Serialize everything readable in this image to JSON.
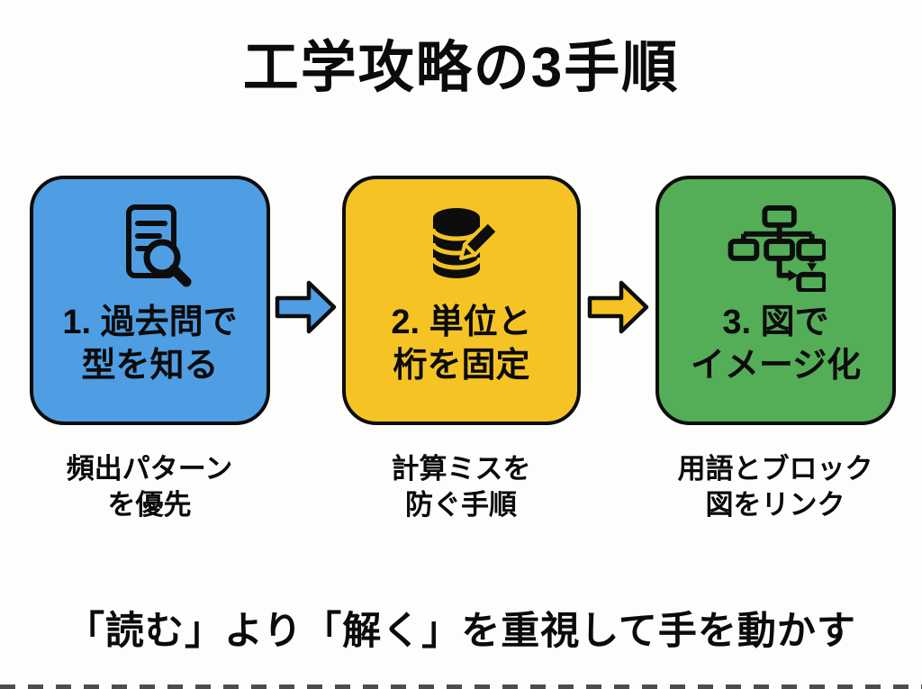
{
  "title": "工学攻略の3手順",
  "steps": [
    {
      "icon": "document-search-icon",
      "label_line1": "1. 過去問で",
      "label_line2": "型を知る",
      "caption_line1": "頻出パターン",
      "caption_line2": "を優先",
      "color": "#4f9ee3"
    },
    {
      "icon": "database-pencil-icon",
      "label_line1": "2. 単位と",
      "label_line2": "桁を固定",
      "caption_line1": "計算ミスを",
      "caption_line2": "防ぐ手順",
      "color": "#f5c424"
    },
    {
      "icon": "flowchart-icon",
      "label_line1": "3. 図で",
      "label_line2": "イメージ化",
      "caption_line1": "用語とブロック",
      "caption_line2": "図をリンク",
      "color": "#54ad57"
    }
  ],
  "arrows": [
    {
      "direction": "right",
      "color": "#4f9ee3"
    },
    {
      "direction": "right",
      "color": "#f5c424"
    }
  ],
  "footer": "「読む」より「解く」を重視して手を動かす",
  "colors": {
    "step1_blue": "#4f9ee3",
    "step2_yellow": "#f5c424",
    "step3_green": "#54ad57",
    "outline": "#0d0d0d",
    "text": "#0b0b0b",
    "background": "#fdfdfb"
  }
}
